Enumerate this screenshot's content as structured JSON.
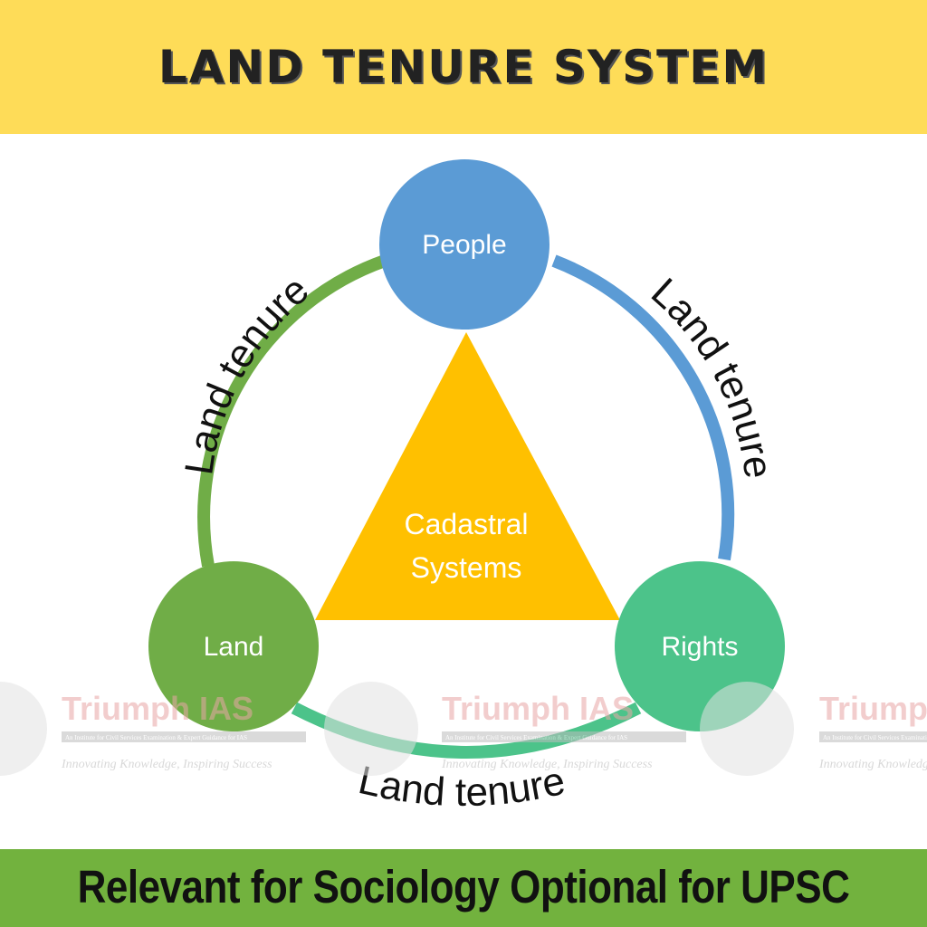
{
  "header": {
    "title": "LAND TENURE SYSTEM"
  },
  "diagram": {
    "nodes": [
      {
        "label": "People",
        "color": "#5b9bd5"
      },
      {
        "label": "Land",
        "color": "#70ad47"
      },
      {
        "label": "Rights",
        "color": "#4cc38a"
      }
    ],
    "center": {
      "line1": "Cadastral",
      "line2": "Systems",
      "color": "#ffc000"
    },
    "edges": [
      {
        "label": "Land tenure",
        "color": "#70ad47"
      },
      {
        "label": "Land tenure",
        "color": "#5b9bd5"
      },
      {
        "label": "Land tenure",
        "color": "#4cc38a"
      }
    ]
  },
  "watermark": {
    "brand": "Triumph IAS",
    "subtitle": "An Institute for Civil Services Examination & Expert Guidance for IAS",
    "tagline": "Innovating Knowledge, Inspiring Success"
  },
  "footer": {
    "text": "Relevant for Sociology Optional for UPSC"
  }
}
